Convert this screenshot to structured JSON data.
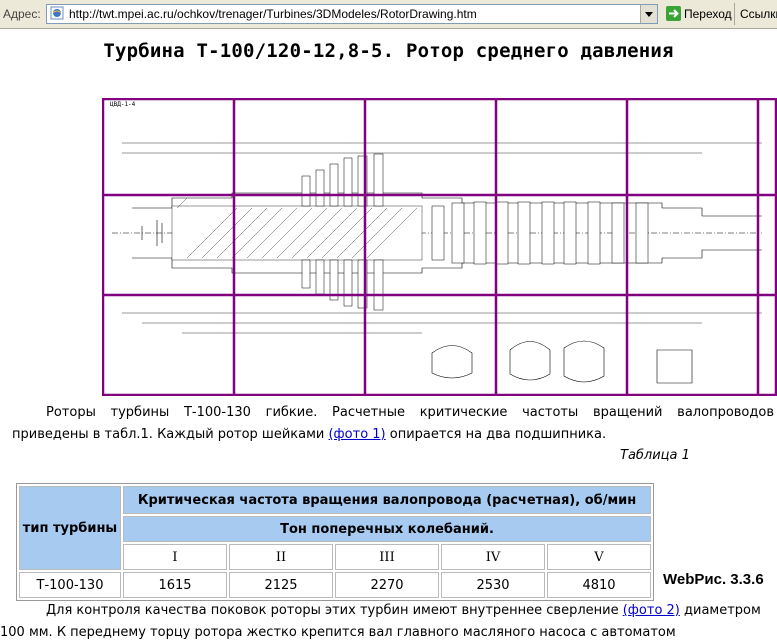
{
  "browser": {
    "address_label": "Адрес:",
    "url": "http://twt.mpei.ac.ru/ochkov/trenager/Turbines/3DModeles/RotorDrawing.htm",
    "go_label": "Переход",
    "links_label": "Ссылки"
  },
  "page": {
    "title": "Турбина Т-100/120-12,8-5. Ротор среднего давления",
    "drawing": {
      "stamp_label": "ЦВД-1-4",
      "colors": {
        "grid": "#800080",
        "line": "#000000"
      }
    },
    "para1": {
      "line1": "Роторы турбины Т-100-130 гибкие. Расчетные критические частоты вращений валопроводов",
      "line2_before": "приведены в табл.1. Каждый ротор шейками ",
      "link1": "(фото 1)",
      "line2_after": " опирается на два подшипника."
    },
    "table_caption": "Таблица 1",
    "table": {
      "col_type": "тип турбины",
      "header_main": "Критическая частота вращения валопровода (расчетная), об/мин",
      "header_sub": "Тон поперечных колебаний.",
      "tones": [
        "I",
        "II",
        "III",
        "IV",
        "V"
      ],
      "row_name": "Т-100-130",
      "values": [
        "1615",
        "2125",
        "2270",
        "2530",
        "4810"
      ],
      "header_color": "#a6caf0"
    },
    "webris": "WebРис. 3.3.6",
    "para2": {
      "line1_before": "Для контроля качества поковок роторы этих турбин имеют внутреннее сверление ",
      "link2": "(фото 2)",
      "line1_after": " диаметром",
      "line2": "100 мм. К переднему торцу ротора жестко крепится вал главного масляного насоса с автоматом"
    }
  }
}
